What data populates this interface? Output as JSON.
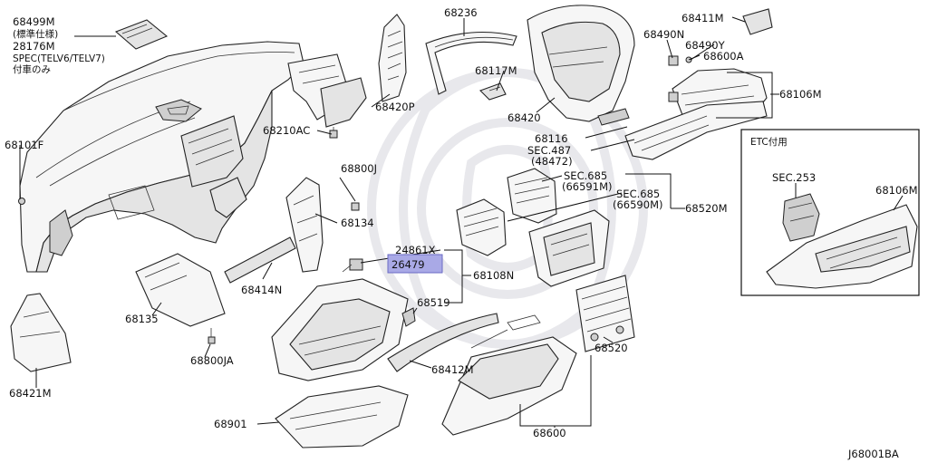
{
  "diagram": {
    "drawing_code": "J68001BA",
    "inset_title": "ETC付用",
    "highlight_color": "#a9a9e6",
    "labels": {
      "p68499M": "68499M",
      "p68499M_note1": "(標準仕様)",
      "p28176M": "28176M",
      "p28176M_note1": "SPEC(TELV6/TELV7)",
      "p28176M_note2": "付車のみ",
      "p68236": "68236",
      "p68411M": "68411M",
      "p68490N": "68490N",
      "p68490Y": "68490Y",
      "p68600A": "68600A",
      "p68106M": "68106M",
      "p68117M": "68117M",
      "p68420P": "68420P",
      "p68420": "68420",
      "p68210AC": "68210AC",
      "p68101F": "68101F",
      "p68116": "68116",
      "sec487": "SEC.487",
      "sec487_num": "(48472)",
      "p68800J": "68800J",
      "p68134": "68134",
      "sec685a": "SEC.685",
      "sec685a_num": "(66591M)",
      "sec685b": "SEC.685",
      "sec685b_num": "(66590M)",
      "p68520M": "68520M",
      "p24861X": "24861X",
      "p26479": "26479",
      "p68108N": "68108N",
      "p68519": "68519",
      "p68414N": "68414N",
      "p68135": "68135",
      "p68800JA": "68800JA",
      "p68421M": "68421M",
      "p68412M": "68412M",
      "p68520": "68520",
      "p68901": "68901",
      "p68600": "68600",
      "sec253": "SEC.253",
      "p68106M_inset": "68106M"
    }
  }
}
